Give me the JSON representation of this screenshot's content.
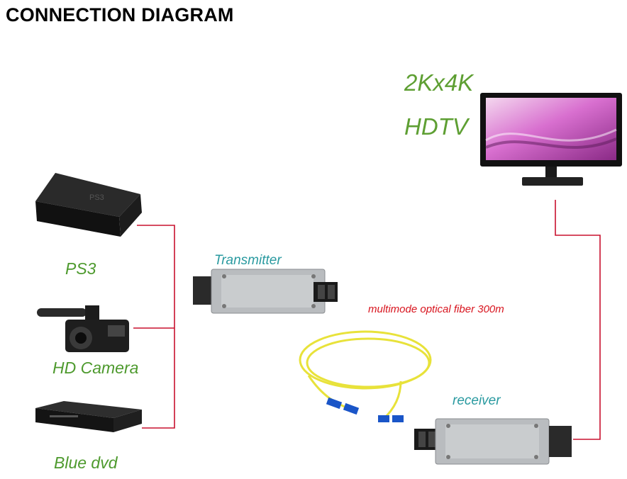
{
  "title": "CONNECTION DIAGRAM",
  "display": {
    "line1": "2Kx4K",
    "line2": "HDTV"
  },
  "sources": [
    {
      "id": "ps3",
      "label": "PS3"
    },
    {
      "id": "camera",
      "label": "HD Camera"
    },
    {
      "id": "bluray",
      "label": "Blue dvd"
    }
  ],
  "transmitter_label": "Transmitter",
  "receiver_label": "receiver",
  "fiber_label": "multimode optical fiber 300m",
  "colors": {
    "wire": "#c8102e",
    "fiber": "#e8e23a",
    "connector": "#1a55c8",
    "label_green": "#4e9a2e",
    "label_teal": "#2a9aa0",
    "label_red": "#d8141e"
  }
}
